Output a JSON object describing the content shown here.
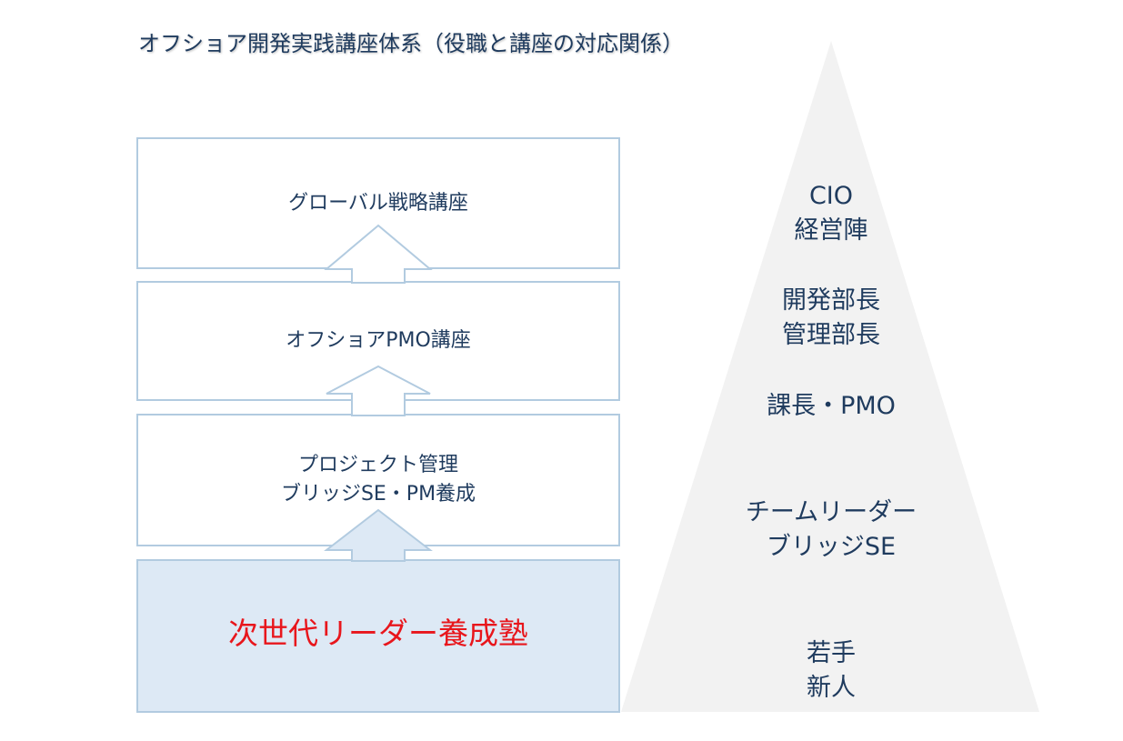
{
  "title": "オフショア開発実践講座体系（役職と講座の対応関係）",
  "courses": [
    {
      "lines": [
        "グローバル戦略講座"
      ]
    },
    {
      "lines": [
        "オフショアPMO講座"
      ]
    },
    {
      "lines": [
        "プロジェクト管理",
        "ブリッジSE・PM養成"
      ]
    },
    {
      "lines": [
        "次世代リーダー養成塾"
      ],
      "highlight": true
    }
  ],
  "roles": [
    {
      "lines": [
        "CIO",
        "経営陣"
      ]
    },
    {
      "lines": [
        "開発部長",
        "管理部長"
      ]
    },
    {
      "lines": [
        "課長・PMO"
      ]
    },
    {
      "lines": [
        "チームリーダー",
        "ブリッジSE"
      ]
    },
    {
      "lines": [
        "若手",
        "新人"
      ]
    }
  ],
  "colors": {
    "text": "#1f3b5e",
    "box_border": "#b2cbe0",
    "highlight_fill": "#dde9f5",
    "highlight_text": "#e8161c",
    "pyramid_fill": "#f2f2f2"
  }
}
